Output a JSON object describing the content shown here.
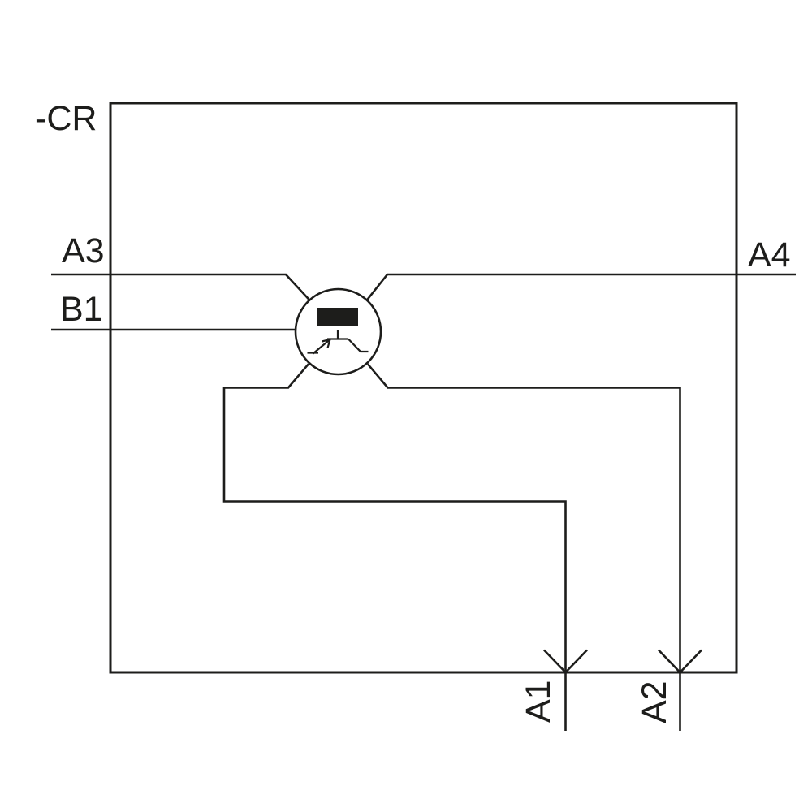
{
  "diagram": {
    "component_reference": "-CR",
    "terminals": {
      "a3": "A3",
      "b1": "B1",
      "a4": "A4",
      "a1": "A1",
      "a2": "A2"
    }
  },
  "colors": {
    "line": "#1d1d1b",
    "background": "#ffffff",
    "semiconductor_fill": "#1d1d1b"
  }
}
